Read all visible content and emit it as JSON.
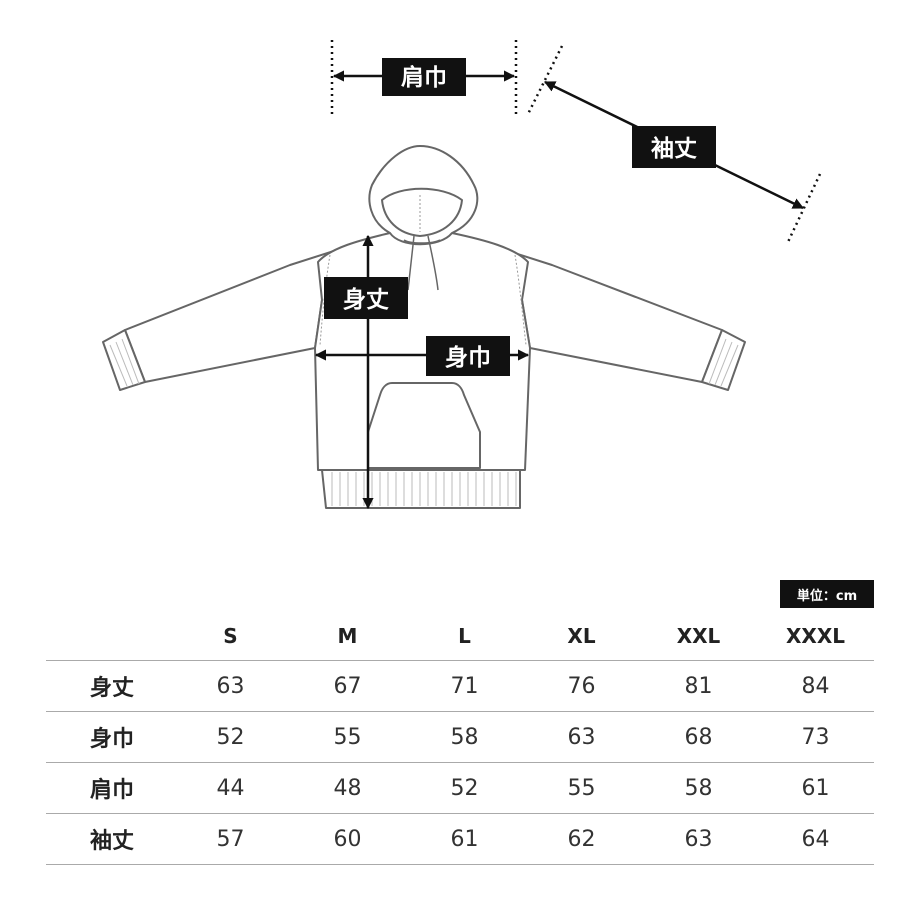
{
  "diagram": {
    "labels": {
      "shoulder_width": "肩巾",
      "sleeve_length": "袖丈",
      "body_length": "身丈",
      "body_width": "身巾"
    }
  },
  "unit": "単位：cm",
  "table": {
    "sizes": [
      "S",
      "M",
      "L",
      "XL",
      "XXL",
      "XXXL"
    ],
    "rows": [
      {
        "label": "身丈",
        "values": [
          "63",
          "67",
          "71",
          "76",
          "81",
          "84"
        ]
      },
      {
        "label": "身巾",
        "values": [
          "52",
          "55",
          "58",
          "63",
          "68",
          "73"
        ]
      },
      {
        "label": "肩巾",
        "values": [
          "44",
          "48",
          "52",
          "55",
          "58",
          "61"
        ]
      },
      {
        "label": "袖丈",
        "values": [
          "57",
          "60",
          "61",
          "62",
          "63",
          "64"
        ]
      }
    ]
  },
  "colors": {
    "outline": "#666666",
    "label_bg": "#111111",
    "label_text": "#ffffff"
  }
}
